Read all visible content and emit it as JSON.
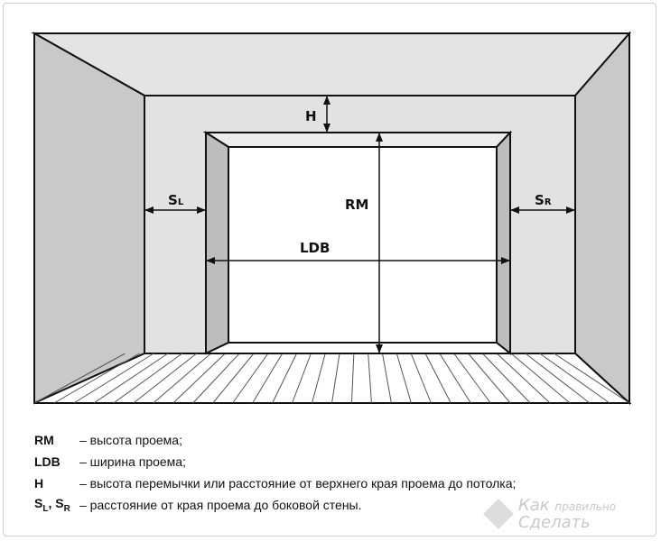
{
  "diagram": {
    "labels": {
      "rm": "RM",
      "ldb": "LDB",
      "h": "H",
      "sl_main": "S",
      "sl_sub": "L",
      "sr_main": "S",
      "sr_sub": "R"
    }
  },
  "legend": [
    {
      "key": "RM",
      "desc": "– высота проема;"
    },
    {
      "key": "LDB",
      "desc": "– ширина проема;"
    },
    {
      "key": "H",
      "desc": "– высота перемычки или расстояние от  верхнего края проема до потолка;"
    },
    {
      "key_a": "S",
      "key_a_sub": "L",
      "key_b": "S",
      "key_b_sub": "R",
      "desc": "– расстояние от края проема до боковой стены."
    }
  ],
  "watermark": {
    "line1": "Как",
    "line2": "правильно",
    "line3": "Сделать"
  }
}
